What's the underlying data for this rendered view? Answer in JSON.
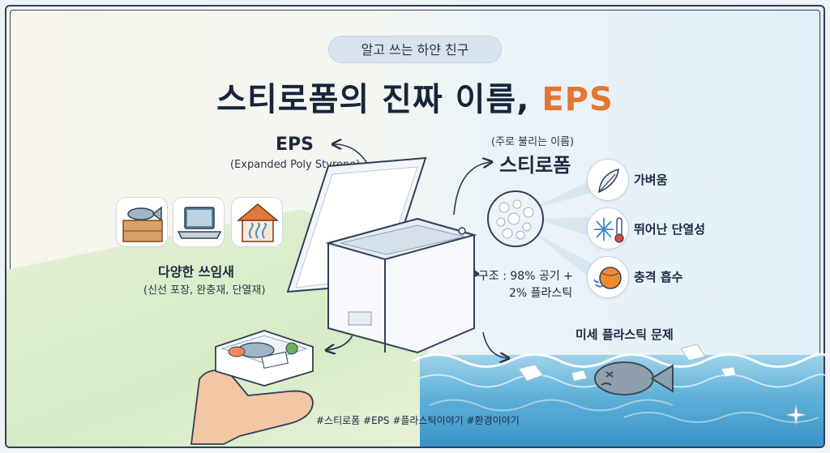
{
  "header": {
    "pill": "알고 쓰는 하얀 친구",
    "title_main": "스티로폼의 진짜 이름,",
    "title_accent": "EPS"
  },
  "eps": {
    "label": "EPS",
    "fullname": "(Expanded Poly Styrene)"
  },
  "alias": {
    "caption": "(주로 불리는 이름)",
    "name": "스티로폼"
  },
  "uses": {
    "title": "다양한 쓰임새",
    "detail": "(신선 포장, 완충재, 단열재)",
    "icons": [
      "fish-crate-icon",
      "laptop-icon",
      "house-heat-icon"
    ]
  },
  "structure": {
    "line1": "구조 : 98% 공기 +",
    "line2": "2% 플라스틱"
  },
  "properties": [
    {
      "label": "가벼움",
      "icon": "feather-icon"
    },
    {
      "label": "뛰어난 단열성",
      "icon": "snowflake-thermometer-icon"
    },
    {
      "label": "충격 흡수",
      "icon": "ball-impact-icon"
    }
  ],
  "problem": {
    "label": "미세 플라스틱 문제"
  },
  "footer": {
    "hashtags": "#스티로폼 #EPS #플라스틱이야기 #환경이야기"
  },
  "colors": {
    "accent": "#e6762f",
    "navy": "#17243a",
    "ocean": "#2f8cc3",
    "field": "#d7ebc6"
  }
}
